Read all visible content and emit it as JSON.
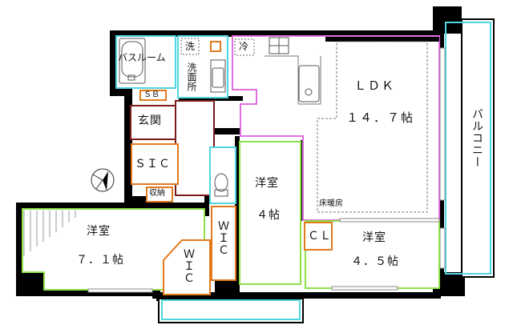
{
  "floorplan": {
    "colors": {
      "wall": "#000000",
      "wet_area": "#4fd6e0",
      "ldk": "#e070e0",
      "bedroom": "#8ee04a",
      "storage": "#e07a1c",
      "entry": "#7a1a1a"
    },
    "rooms": {
      "bathroom": {
        "label": "バスルーム"
      },
      "washroom": {
        "label": "洗面所",
        "washer": "洗"
      },
      "fridge": {
        "label": "冷"
      },
      "sb": {
        "label": "ＳＢ"
      },
      "entrance": {
        "label": "玄関"
      },
      "sic": {
        "label": "ＳＩＣ"
      },
      "storage": {
        "label": "収納"
      },
      "ldk": {
        "label": "ＬＤＫ",
        "size": "１４．７帖",
        "floor_heating": "床暖房"
      },
      "balcony": {
        "label": "バルコニー"
      },
      "western1": {
        "label": "洋室",
        "size": "７．１帖"
      },
      "western2": {
        "label": "洋室",
        "size": "４帖"
      },
      "western3": {
        "label": "洋室",
        "size": "４．５帖"
      },
      "wic1": {
        "label": "ＷＩＣ"
      },
      "wic2": {
        "label": "ＷＩＣ"
      },
      "cl": {
        "label": "ＣＬ"
      }
    },
    "icons": {
      "compass": "north-arrow-icon",
      "bathtub": "bathtub-icon",
      "toilet": "toilet-icon",
      "stove": "stove-icon",
      "sink": "sink-icon",
      "washbasin": "washbasin-icon"
    }
  }
}
